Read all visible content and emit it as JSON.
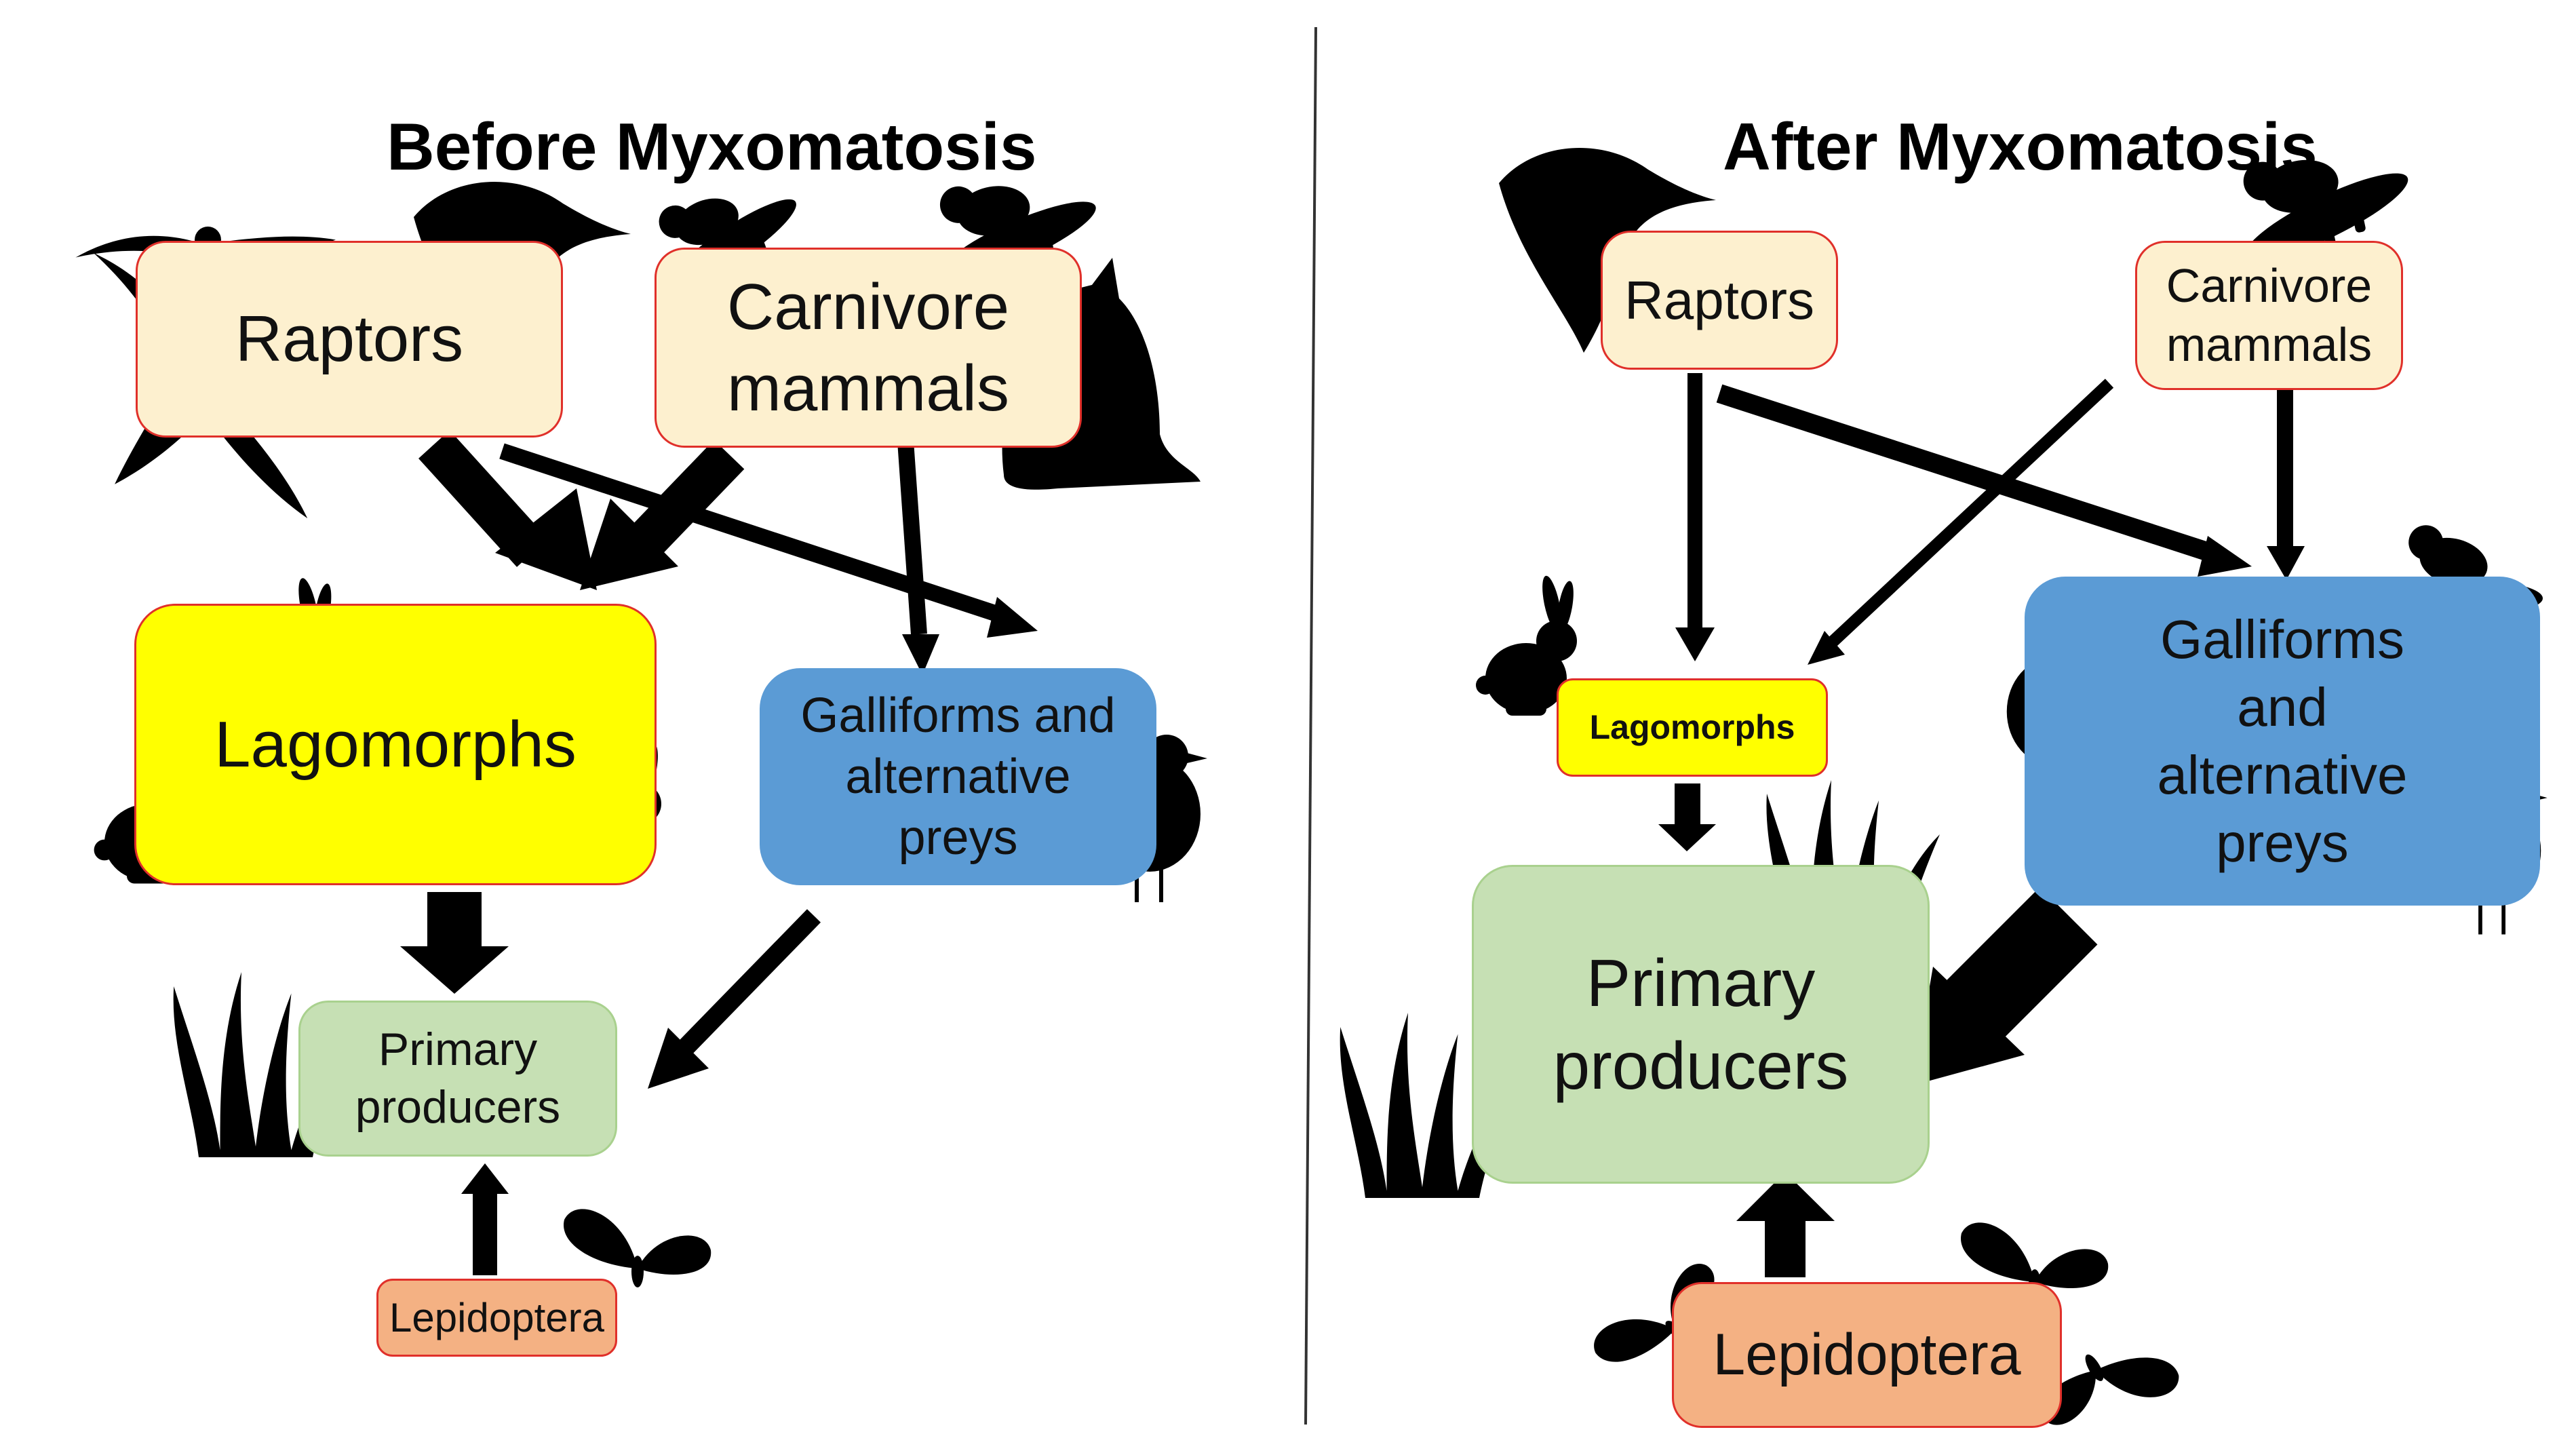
{
  "panels": {
    "before": {
      "title": "Before Myxomatosis",
      "nodes": {
        "raptors": "Raptors",
        "carnivore": "Carnivore\nmammals",
        "lagomorphs": "Lagomorphs",
        "galliforms": "Galliforms and\nalternative\npreys",
        "primary": "Primary\nproducers",
        "lepidoptera": "Lepidoptera"
      }
    },
    "after": {
      "title": "After Myxomatosis",
      "nodes": {
        "raptors": "Raptors",
        "carnivore": "Carnivore\nmammals",
        "lagomorphs": "Lagomorphs",
        "galliforms": "Galliforms\nand\nalternative\npreys",
        "primary": "Primary\nproducers",
        "lepidoptera": "Lepidoptera"
      }
    }
  },
  "colors": {
    "predator_box": "#fdf0cf",
    "lagomorph_box": "#ffff00",
    "galliform_box": "#5b9bd5",
    "producer_box": "#c6e0b4",
    "lepidoptera_box": "#f4b183",
    "box_border": "#e0302a",
    "arrow": "#000000"
  },
  "icons": [
    "eagle-icon",
    "hawk-icon",
    "ferret-icon",
    "mongoose-icon",
    "fox-icon",
    "rabbit-icon",
    "partridge-icon",
    "grass-icon",
    "butterfly-icon"
  ]
}
